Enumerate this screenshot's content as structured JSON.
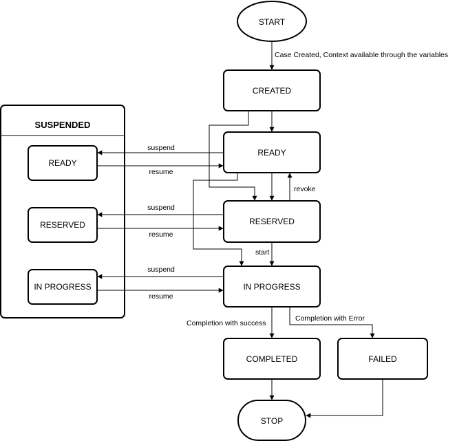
{
  "nodes": {
    "start": "START",
    "created": "CREATED",
    "ready": "READY",
    "reserved": "RESERVED",
    "in_progress": "IN PROGRESS",
    "completed": "COMPLETED",
    "failed": "FAILED",
    "stop": "STOP"
  },
  "suspended": {
    "title": "SUSPENDED",
    "ready": "READY",
    "reserved": "RESERVED",
    "in_progress": "IN PROGRESS"
  },
  "edges": {
    "case_created": "Case Created, Context available through the variables",
    "revoke": "revoke",
    "start": "start",
    "completion_success": "Completion with success",
    "completion_error": "Completion with Error",
    "suspend_ready": "suspend",
    "resume_ready": "resume",
    "suspend_reserved": "suspend",
    "resume_reserved": "resume",
    "suspend_in_progress": "suspend",
    "resume_in_progress": "resume"
  }
}
